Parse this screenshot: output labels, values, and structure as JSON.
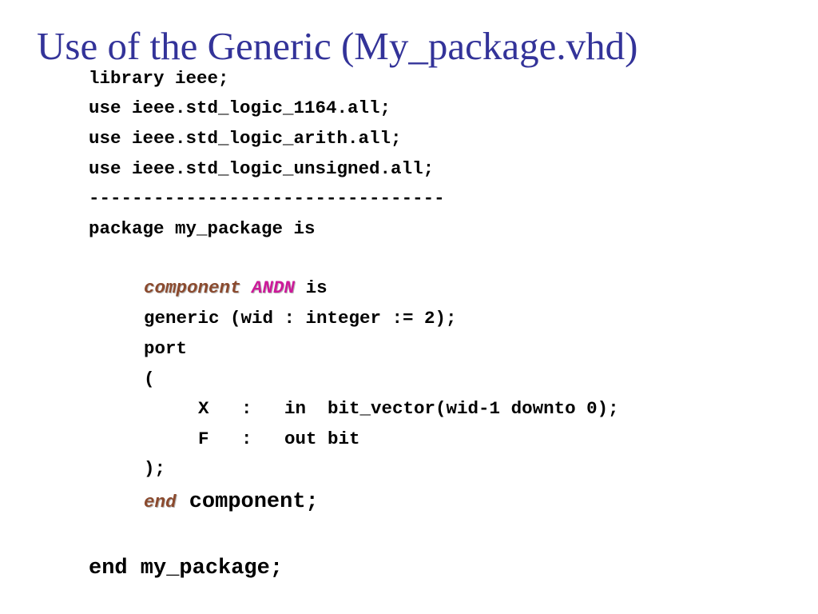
{
  "slide": {
    "title": "Use of the Generic (My_package.vhd)",
    "colors": {
      "title": "#333399",
      "keyword_italic": "#8b4a2e",
      "component_name": "#cc1a99",
      "code": "#000000",
      "background": "#ffffff"
    }
  },
  "code": {
    "l1": "library ieee;",
    "l2": "use ieee.std_logic_1164.all;",
    "l3": "use ieee.std_logic_arith.all;",
    "l4": "use ieee.std_logic_unsigned.all;",
    "l5": "---------------------------------",
    "l6": "package my_package is",
    "l7_kw": "component",
    "l7_name": "ANDN",
    "l7_rest": "is",
    "l8": "generic (wid : integer := 2);",
    "l9": "port",
    "l10": "(",
    "l11": "X   :   in  bit_vector(wid-1 downto 0);",
    "l12": "F   :   out bit",
    "l13": ");",
    "l14_kw": "end",
    "l14_rest": "component;",
    "l15": "end my_package;"
  }
}
